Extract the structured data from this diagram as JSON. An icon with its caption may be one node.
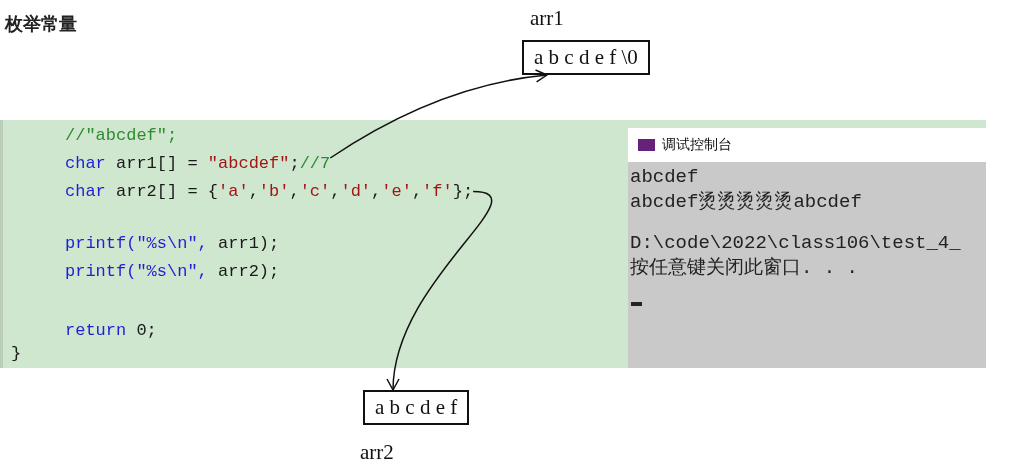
{
  "diagram": {
    "title": "枚举常量",
    "nodes": [
      {
        "text": [
          "char arr1[] = \"abcdef\";//7"
        ]
      },
      {
        "text": [
          "char arr2[] = {'a','b','c','d','e','f'};"
        ]
      },
      {
        "text": [
          "a b c d e f \\0"
        ],
        "beside": [
          "arr1"
        ]
      },
      {
        "text": [
          "a b c d e f"
        ],
        "beside": [
          "arr2"
        ]
      }
    ],
    "edges": [
      {
        "from": 0,
        "to": 2,
        "arrow": "to"
      },
      {
        "from": 1,
        "to": 3,
        "arrow": "to"
      }
    ],
    "labels": [
      "//\"abcdef\";",
      "printf(\"%s\\n\", arr1);",
      "printf(\"%s\\n\", arr2);",
      "return 0;",
      "}",
      "调试控制台",
      "abcdef",
      "abcdef烫烫烫烫烫abcdef",
      "D:\\code\\2022\\class106\\test_4_",
      "按任意键关闭此窗口. . ."
    ]
  }
}
